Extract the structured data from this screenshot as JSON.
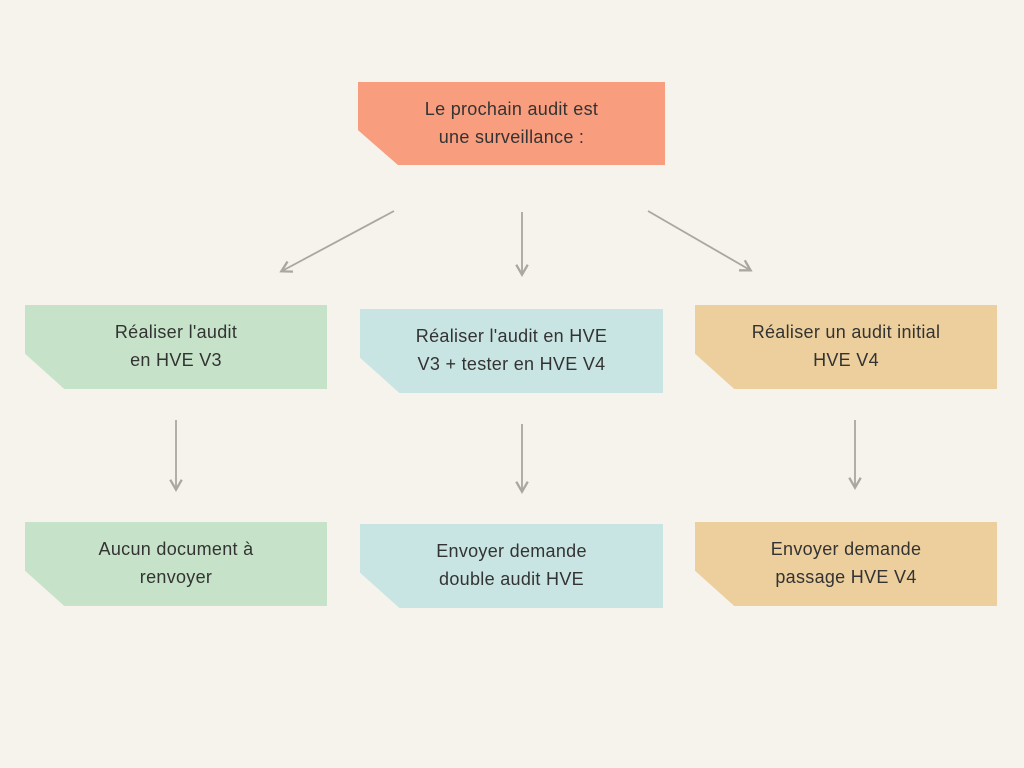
{
  "colors": {
    "background": "#f6f3ec",
    "arrow": "#a9a7a2",
    "salmon": "#f89d7d",
    "green": "#c6e3c9",
    "teal": "#c9e5e3",
    "tan": "#eccf9c",
    "text": "#333333"
  },
  "chart_data": {
    "type": "flowchart",
    "title": "",
    "nodes": [
      {
        "id": "root",
        "text": "Le prochain audit est une surveillance :",
        "color": "#f89d7d"
      },
      {
        "id": "branch_v3",
        "text": "Réaliser l'audit en HVE V3",
        "color": "#c6e3c9"
      },
      {
        "id": "branch_v3v4",
        "text": "Réaliser l'audit en HVE V3 + tester en HVE V4",
        "color": "#c9e5e3"
      },
      {
        "id": "branch_v4",
        "text": "Réaliser un audit initial HVE V4",
        "color": "#eccf9c"
      },
      {
        "id": "outcome_v3",
        "text": "Aucun document à renvoyer",
        "color": "#c6e3c9"
      },
      {
        "id": "outcome_v3v4",
        "text": "Envoyer demande double audit HVE",
        "color": "#c9e5e3"
      },
      {
        "id": "outcome_v4",
        "text": "Envoyer demande passage HVE V4",
        "color": "#eccf9c"
      }
    ],
    "edges": [
      [
        "root",
        "branch_v3"
      ],
      [
        "root",
        "branch_v3v4"
      ],
      [
        "root",
        "branch_v4"
      ],
      [
        "branch_v3",
        "outcome_v3"
      ],
      [
        "branch_v3v4",
        "outcome_v3v4"
      ],
      [
        "branch_v4",
        "outcome_v4"
      ]
    ]
  },
  "nodes": {
    "root": {
      "text": "Le prochain audit est\nune surveillance :"
    },
    "branch_v3": {
      "text": "Réaliser l'audit\nen HVE V3"
    },
    "branch_v3v4": {
      "text": "Réaliser l'audit en HVE\nV3 + tester en HVE V4"
    },
    "branch_v4": {
      "text": "Réaliser un audit initial\nHVE V4"
    },
    "outcome_v3": {
      "text": "Aucun document à\nrenvoyer"
    },
    "outcome_v3v4": {
      "text": "Envoyer demande\ndouble audit HVE"
    },
    "outcome_v4": {
      "text": "Envoyer demande\npassage HVE V4"
    }
  }
}
